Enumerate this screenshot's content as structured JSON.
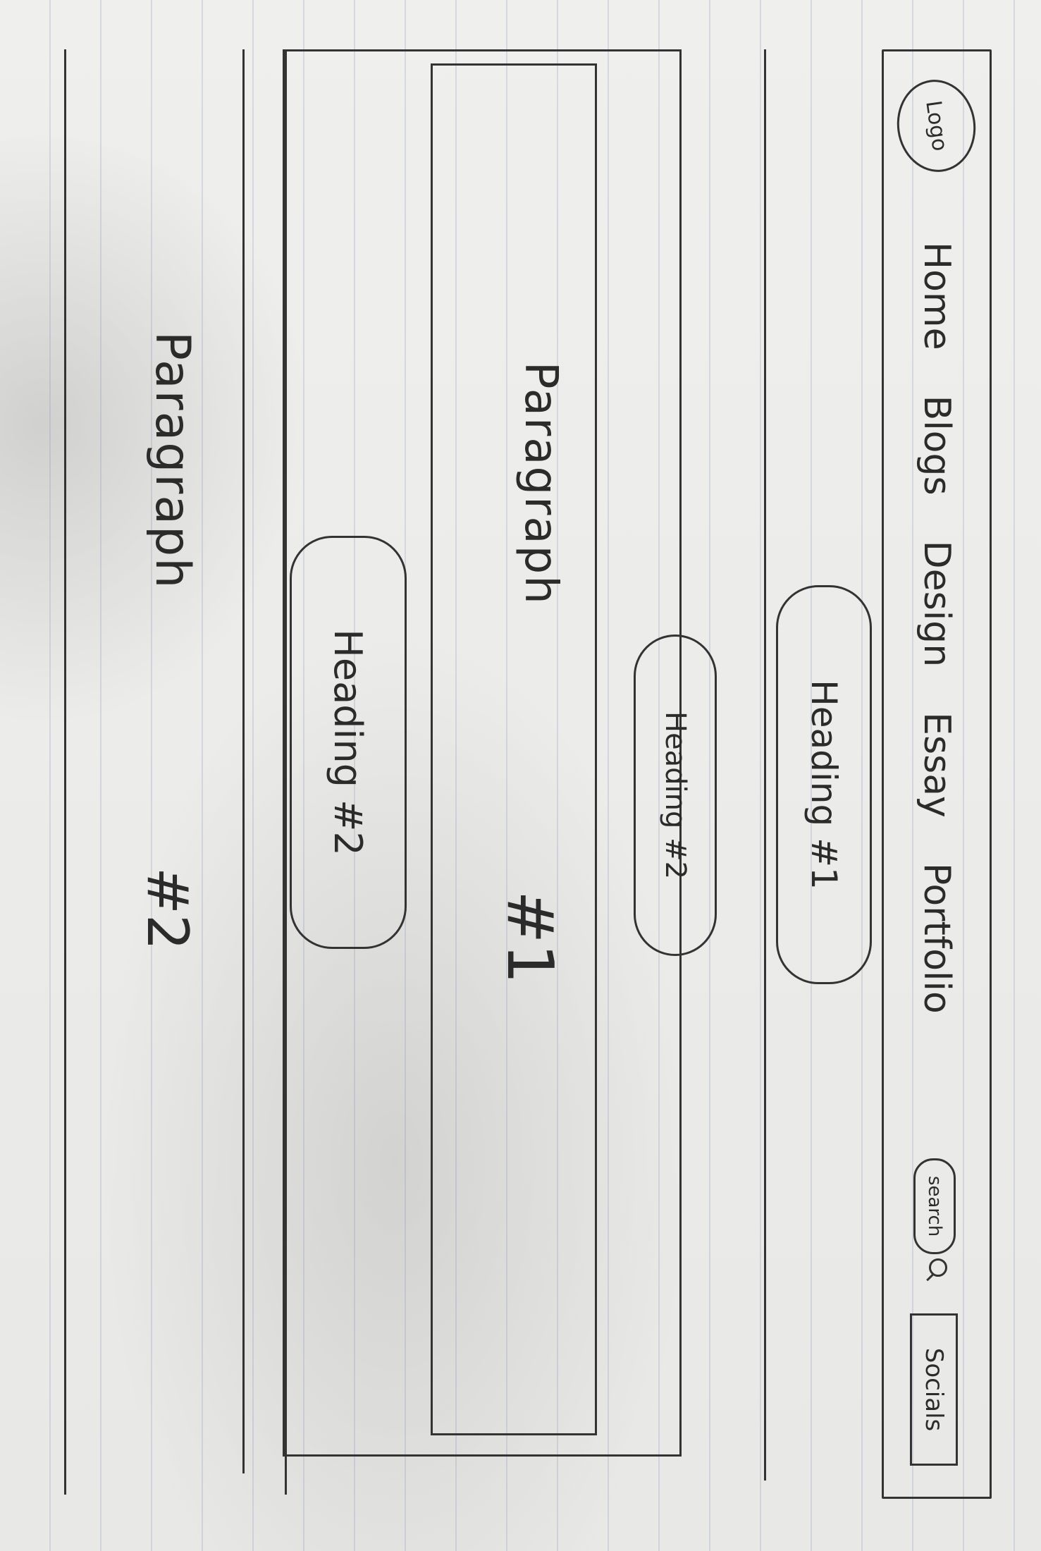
{
  "logo": {
    "label": "Logo"
  },
  "nav": {
    "items": [
      "Home",
      "Blogs",
      "Design",
      "Essay",
      "Portfolio"
    ]
  },
  "search": {
    "label": "search"
  },
  "socials": {
    "label": "Socials"
  },
  "hero": {
    "heading1": "Heading #1",
    "heading2": "Heading #2"
  },
  "section1": {
    "paragraph": "Paragraph",
    "paragraph_num": "#1"
  },
  "section2": {
    "heading": "Heading #2",
    "paragraph": "Paragraph",
    "paragraph_num": "#2"
  }
}
